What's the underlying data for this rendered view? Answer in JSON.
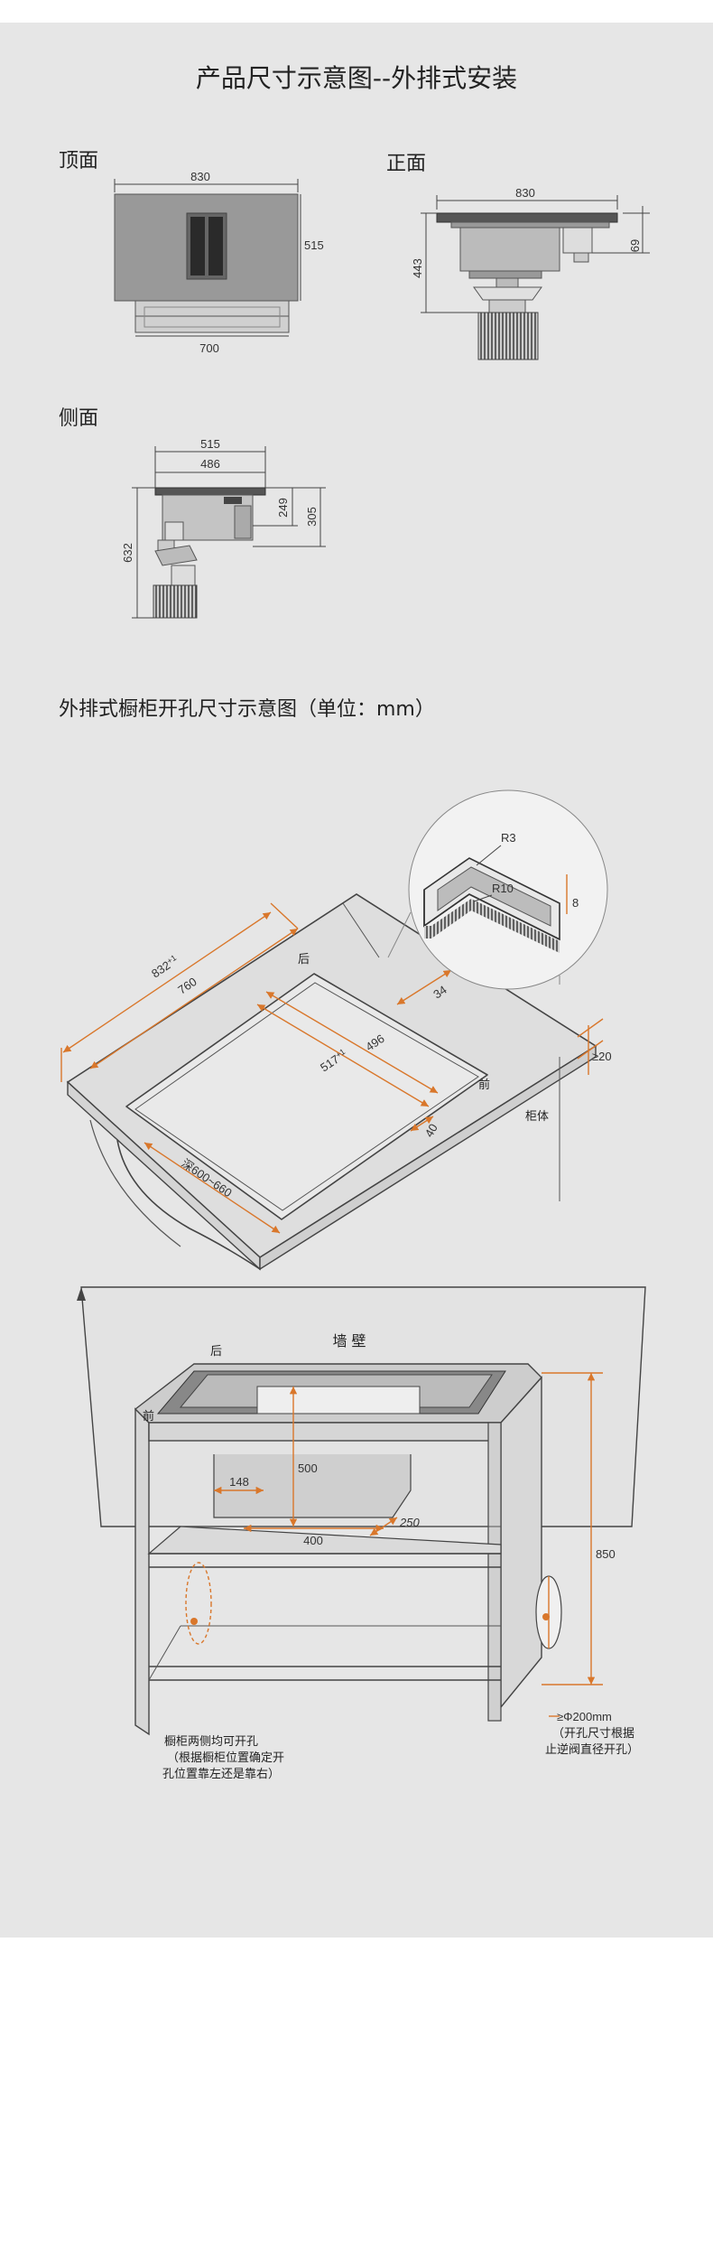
{
  "title": "产品尺寸示意图--外排式安装",
  "views": {
    "top": {
      "label": "顶面",
      "width": "830",
      "depth": "515",
      "base_width": "700"
    },
    "front": {
      "label": "正面",
      "width": "830",
      "height": "443",
      "thickness": "69"
    },
    "side": {
      "label": "侧面",
      "depth": "515",
      "inner_depth": "486",
      "height_a": "249",
      "height_b": "305",
      "total_height": "632"
    }
  },
  "cutout": {
    "heading": "外排式橱柜开孔尺寸示意图（单位：mm）",
    "length_outer": "832",
    "length_outer_tol": "+1",
    "length_inner": "760",
    "width_outer": "517",
    "width_outer_tol": "+1",
    "width_inner": "496",
    "back_label": "后",
    "front_label": "前",
    "gap_back": "34",
    "gap_front": "40",
    "depth_range": "深600~660",
    "countertop_thickness": "≥20",
    "cabinet_label": "柜体",
    "detail_r3": "R3",
    "detail_r10": "R10",
    "detail_8": "8"
  },
  "cabinet": {
    "wall_label": "墙 壁",
    "back_label": "后",
    "front_label": "前",
    "dim_148": "148",
    "dim_500": "500",
    "dim_400": "400",
    "dim_250": "250",
    "dim_850": "850",
    "dim_hole": "≥Φ200mm",
    "note_left_1": "橱柜两侧均可开孔",
    "note_left_2": "（根据橱柜位置确定开",
    "note_left_3": "孔位置靠左还是靠右）",
    "note_right_1": "（开孔尺寸根据",
    "note_right_2": "止逆阀直径开孔）"
  },
  "colors": {
    "panel": "#e6e6e6",
    "dim_line": "#d9772b",
    "line": "#444444"
  }
}
